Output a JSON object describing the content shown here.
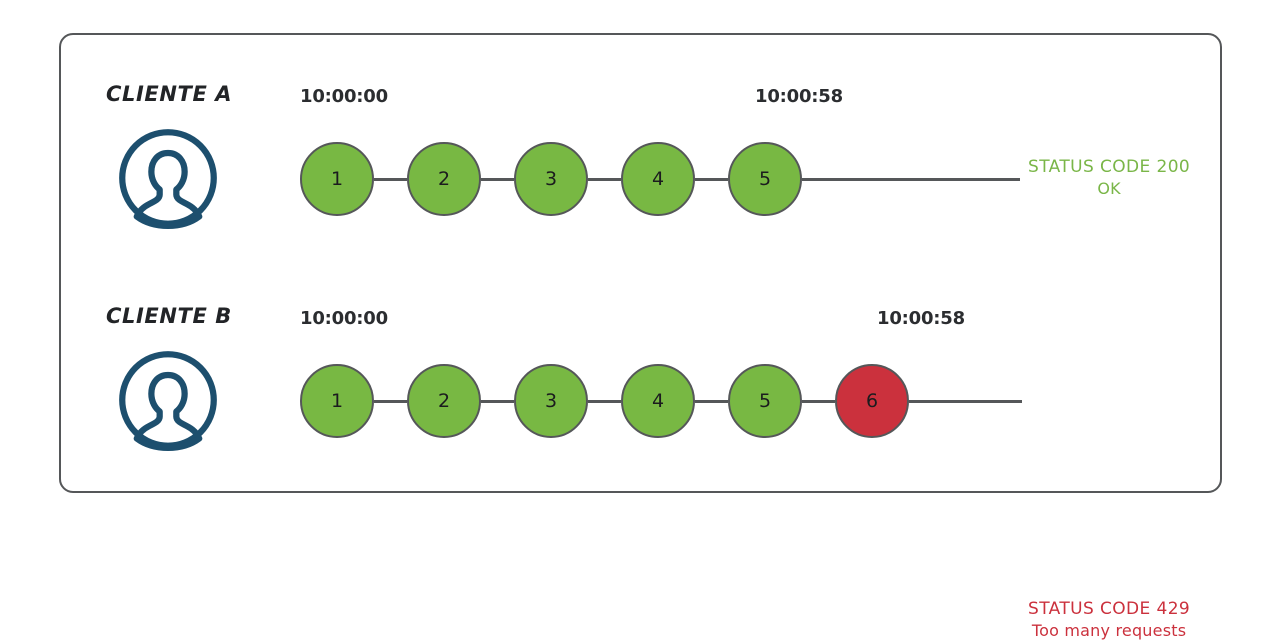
{
  "diagram": {
    "title_colors": {
      "node_ok": "#78b843",
      "node_error": "#cb313d",
      "stroke": "#555759",
      "avatar": "#1d4f6e",
      "status_ok": "#7ab648",
      "status_error": "#cb313d"
    },
    "rows": [
      {
        "client_label": "CLIENTE A",
        "avatar_icon": "user-avatar-icon",
        "time_start": "10:00:00",
        "time_end": "10:00:58",
        "nodes": [
          {
            "label": "1",
            "state": "ok"
          },
          {
            "label": "2",
            "state": "ok"
          },
          {
            "label": "3",
            "state": "ok"
          },
          {
            "label": "4",
            "state": "ok"
          },
          {
            "label": "5",
            "state": "ok"
          }
        ],
        "status": {
          "line1": "STATUS CODE 200",
          "line2": "OK",
          "state": "ok"
        }
      },
      {
        "client_label": "CLIENTE B",
        "avatar_icon": "user-avatar-icon",
        "time_start": "10:00:00",
        "time_end": "10:00:58",
        "nodes": [
          {
            "label": "1",
            "state": "ok"
          },
          {
            "label": "2",
            "state": "ok"
          },
          {
            "label": "3",
            "state": "ok"
          },
          {
            "label": "4",
            "state": "ok"
          },
          {
            "label": "5",
            "state": "ok"
          },
          {
            "label": "6",
            "state": "error"
          }
        ],
        "status": {
          "line1": "STATUS CODE 429",
          "line2": "Too many requests",
          "state": "error"
        }
      }
    ]
  }
}
